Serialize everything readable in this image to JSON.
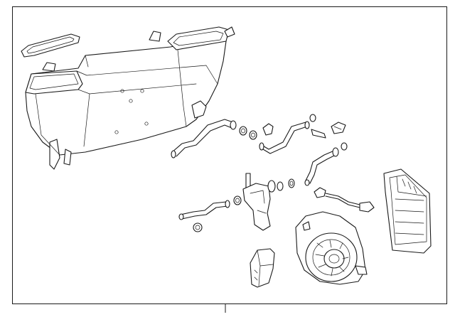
{
  "diagram": {
    "parts": [
      {
        "name": "heater-housing-case"
      },
      {
        "name": "heater-hose-upper"
      },
      {
        "name": "pipe-with-clips"
      },
      {
        "name": "water-valve-assembly"
      },
      {
        "name": "heater-hose-lower"
      },
      {
        "name": "wiring-harness"
      },
      {
        "name": "heater-core"
      },
      {
        "name": "blower-motor"
      },
      {
        "name": "blower-resistor"
      }
    ]
  }
}
